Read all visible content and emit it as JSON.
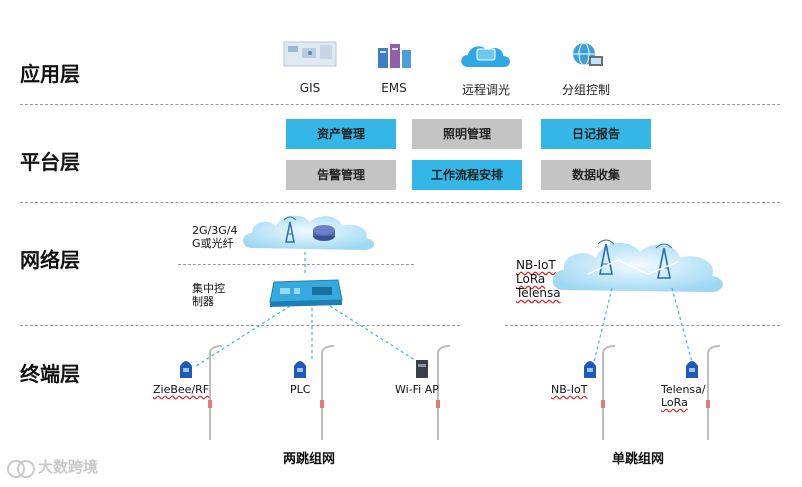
{
  "layers": {
    "application": "应用层",
    "platform": "平台层",
    "network": "网络层",
    "terminal": "终端层"
  },
  "apps": [
    {
      "label": "GIS",
      "icon": "map-screen-icon"
    },
    {
      "label": "EMS",
      "icon": "server-rack-icon"
    },
    {
      "label": "远程调光",
      "icon": "apps-cloud-icon"
    },
    {
      "label": "分组控制",
      "icon": "globe-monitor-icon"
    }
  ],
  "platform_boxes": [
    {
      "label": "资产管理",
      "color": "#34b7e6"
    },
    {
      "label": "照明管理",
      "color": "#c4c4c4"
    },
    {
      "label": "日记报告",
      "color": "#34b7e6"
    },
    {
      "label": "告警管理",
      "color": "#c4c4c4"
    },
    {
      "label": "工作流程安排",
      "color": "#34b7e6"
    },
    {
      "label": "数据收集",
      "color": "#c4c4c4"
    }
  ],
  "network": {
    "left_cloud_line1": "2G/3G/4",
    "left_cloud_line2": "G或光纤",
    "controller_line1": "集中控",
    "controller_line2": "制器",
    "right_line1": "NB-IoT",
    "right_line2": "LoRa",
    "right_line3": "Telensa"
  },
  "terminals": {
    "zigbee": "ZieBee/RF",
    "plc": "PLC",
    "wifi": "Wi-Fi AP",
    "nbiot": "NB-IoT",
    "telensa1": "Telensa/",
    "telensa2": "LoRa"
  },
  "bottom": {
    "left": "两跳组网",
    "right": "单跳组网"
  },
  "watermark": "大数跨境",
  "colors": {
    "accent": "#34b7e6",
    "gray": "#c4c4c4",
    "link": "#34b7e6"
  }
}
